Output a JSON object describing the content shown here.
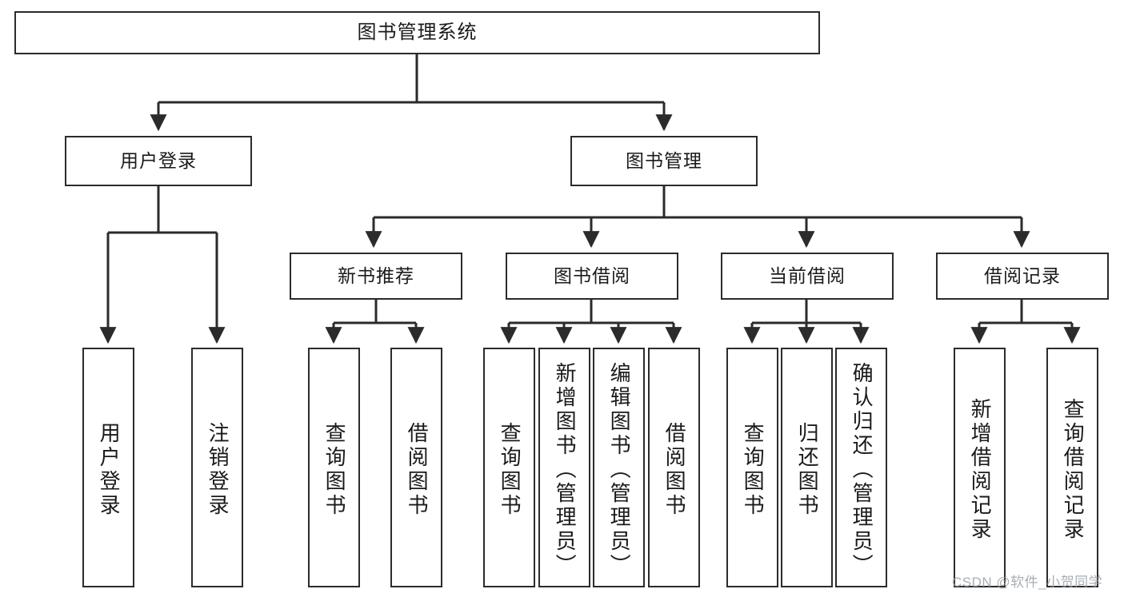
{
  "diagram": {
    "type": "tree",
    "title": "图书管理系统",
    "orientation": "top-down",
    "edge_style": "orthogonal-arrow",
    "colors": {
      "stroke": "#2b2b2b",
      "fill": "#ffffff",
      "text": "#1a1a1a",
      "watermark": "#9aa0a6"
    }
  },
  "nodes": {
    "root": {
      "label": "图书管理系统"
    },
    "level2": [
      {
        "id": "user-login",
        "label": "用户登录"
      },
      {
        "id": "book-manage",
        "label": "图书管理"
      }
    ],
    "level3": [
      {
        "id": "new-book-recommend",
        "label": "新书推荐"
      },
      {
        "id": "book-borrow",
        "label": "图书借阅"
      },
      {
        "id": "current-borrow",
        "label": "当前借阅"
      },
      {
        "id": "borrow-record",
        "label": "借阅记录"
      }
    ],
    "leaves": [
      {
        "id": "leaf-user-login",
        "label": "用户登录",
        "parent": "user-login"
      },
      {
        "id": "leaf-logout-login",
        "label": "注销登录",
        "parent": "user-login"
      },
      {
        "id": "leaf-query-book-1",
        "label": "查询图书",
        "parent": "new-book-recommend"
      },
      {
        "id": "leaf-borrow-book-1",
        "label": "借阅图书",
        "parent": "new-book-recommend"
      },
      {
        "id": "leaf-query-book-2",
        "label": "查询图书",
        "parent": "book-borrow"
      },
      {
        "id": "leaf-add-book",
        "label": "新增图书（管理员）",
        "parent": "book-borrow"
      },
      {
        "id": "leaf-edit-book",
        "label": "编辑图书（管理员）",
        "parent": "book-borrow"
      },
      {
        "id": "leaf-borrow-book-2",
        "label": "借阅图书",
        "parent": "book-borrow"
      },
      {
        "id": "leaf-query-book-3",
        "label": "查询图书",
        "parent": "current-borrow"
      },
      {
        "id": "leaf-return-book",
        "label": "归还图书",
        "parent": "current-borrow"
      },
      {
        "id": "leaf-confirm-return",
        "label": "确认归还（管理员）",
        "parent": "current-borrow"
      },
      {
        "id": "leaf-add-record",
        "label": "新增借阅记录",
        "parent": "borrow-record"
      },
      {
        "id": "leaf-query-record",
        "label": "查询借阅记录",
        "parent": "borrow-record"
      }
    ]
  },
  "watermark": {
    "text": "CSDN @软件_小贺同学"
  }
}
